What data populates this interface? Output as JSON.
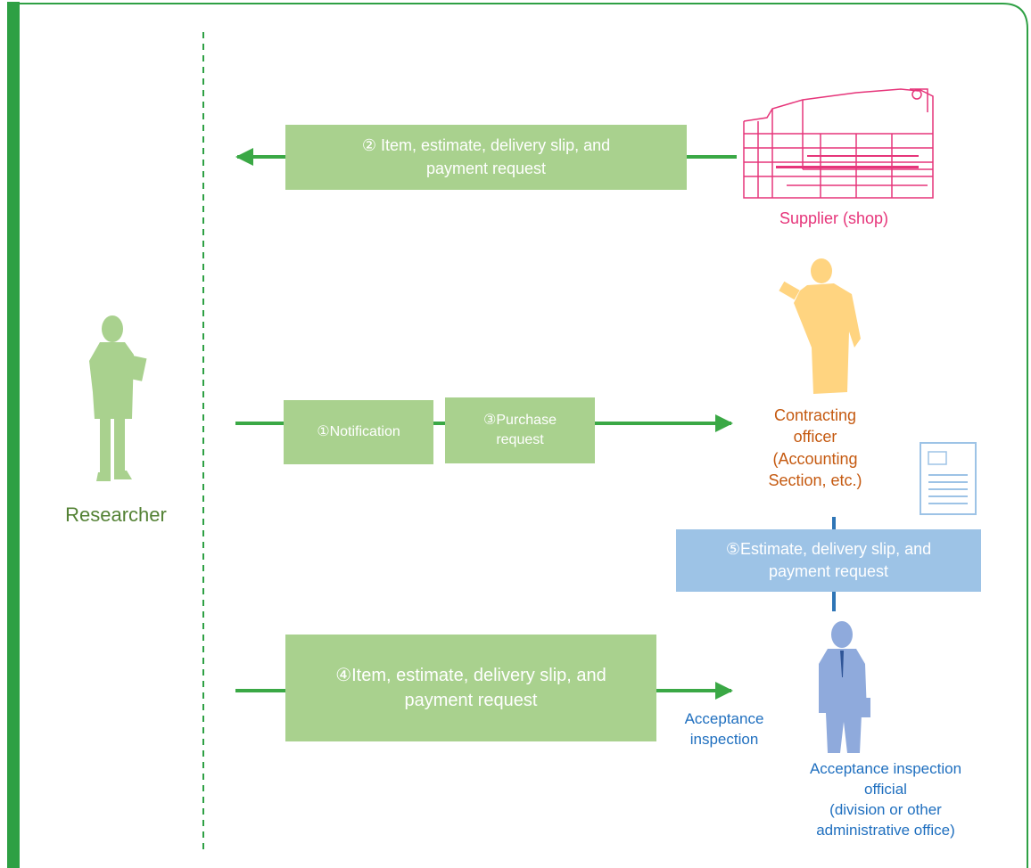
{
  "colors": {
    "frame_green": "#2ea044",
    "arrow_green": "#3aa845",
    "box_green": "#a9d18e",
    "box_blue": "#9dc3e6",
    "researcher": "#548235",
    "supplier": "#e6357a",
    "contracting": "#c55a11",
    "inspection": "#1f6fbf"
  },
  "researcher": {
    "label": "Researcher",
    "icon": "person-with-clipboard-icon"
  },
  "supplier": {
    "label": "Supplier (shop)",
    "icon": "building-icon"
  },
  "contracting_officer": {
    "lines": [
      "Contracting",
      "officer",
      "(Accounting",
      "Section, etc.)"
    ],
    "icon": "person-reading-icon",
    "doc_icon": "document-icon"
  },
  "inspection_official": {
    "lines": [
      "Acceptance inspection",
      "official",
      "(division or other",
      "administrative office)"
    ],
    "icon": "businessman-icon"
  },
  "steps": {
    "step2": [
      "② Item, estimate, delivery slip, and",
      "payment request"
    ],
    "step1": "①Notification",
    "step3": [
      "③Purchase",
      "request"
    ],
    "step4": [
      "④Item, estimate, delivery slip, and",
      "payment request"
    ],
    "step5": [
      "⑤Estimate, delivery slip, and",
      "payment request"
    ]
  },
  "acceptance_label": [
    "Acceptance",
    "inspection"
  ]
}
